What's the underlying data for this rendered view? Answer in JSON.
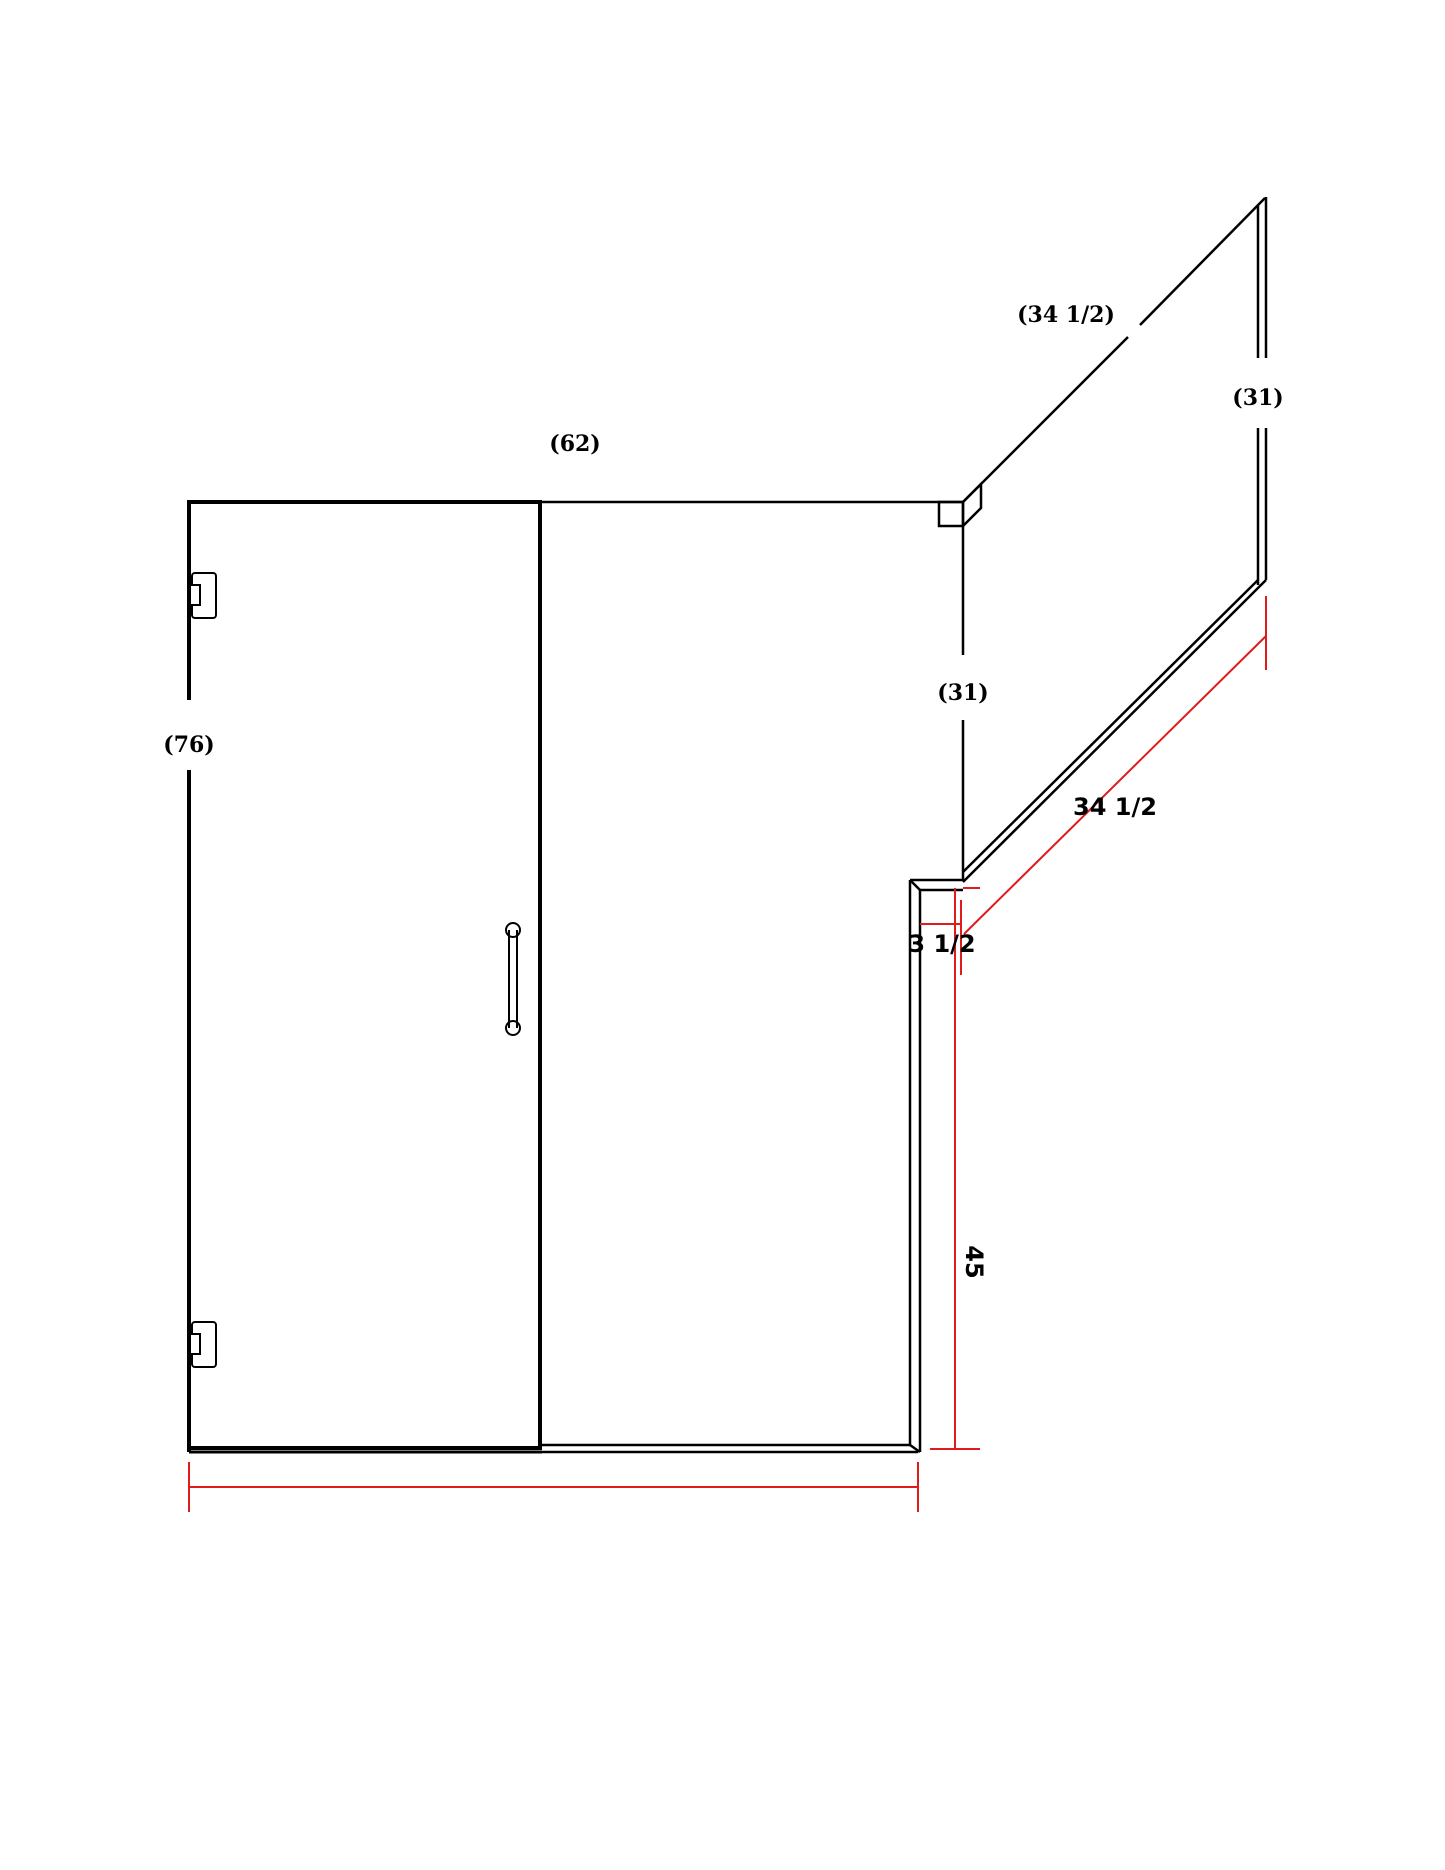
{
  "drawing": {
    "type": "shower enclosure elevation",
    "colors": {
      "outline": "#000000",
      "dimension": "#e01b1b",
      "background": "#ffffff"
    },
    "reference_dimensions": {
      "top_width": "(62)",
      "door_height": "(76)",
      "corner_height": "(31)",
      "angled_top": "(34 1/2)",
      "angled_right_height": "(31)"
    },
    "measured_dimensions": {
      "angled_panel": "34 1/2",
      "return_offset": "3 1/2",
      "return_height": "45"
    },
    "components": {
      "door": "hinged door with two hinges and vertical handle",
      "fixed_panel": "inline fixed panel",
      "knee_wall": "return knee wall",
      "angled_panel": "angled return panel"
    }
  }
}
